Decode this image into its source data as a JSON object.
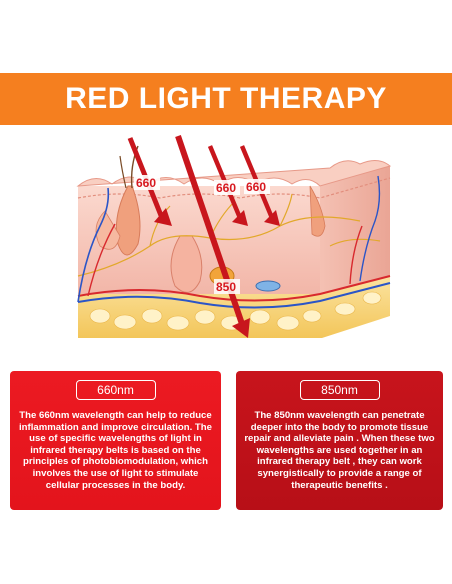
{
  "header": {
    "title": "RED LIGHT THERAPY"
  },
  "diagram": {
    "labels": [
      "660",
      "660",
      "660",
      "850"
    ],
    "colors": {
      "arrow": "#c8161d",
      "skin": "#f6c9bd",
      "fat": "#f6d77a",
      "vein": "#2b55c7",
      "artery": "#d8292e",
      "nerve": "#e6b12e"
    }
  },
  "cards": [
    {
      "badge": "660nm",
      "text": "The 660nm wavelength can help to reduce inflammation and improve circulation. The use of specific wavelengths of light in infrared therapy belts is based on the principles of photobiomodulation, which involves the use of light to stimulate cellular processes in the body.",
      "color": "#e3141c"
    },
    {
      "badge": "850nm",
      "text": "The 850nm wavelength can penetrate deeper into the body to promote tissue repair and alleviate pain . When these two wavelengths are used together in an infrared therapy belt , they can work synergistically to provide a range of therapeutic benefits .",
      "color": "#b70f17"
    }
  ]
}
